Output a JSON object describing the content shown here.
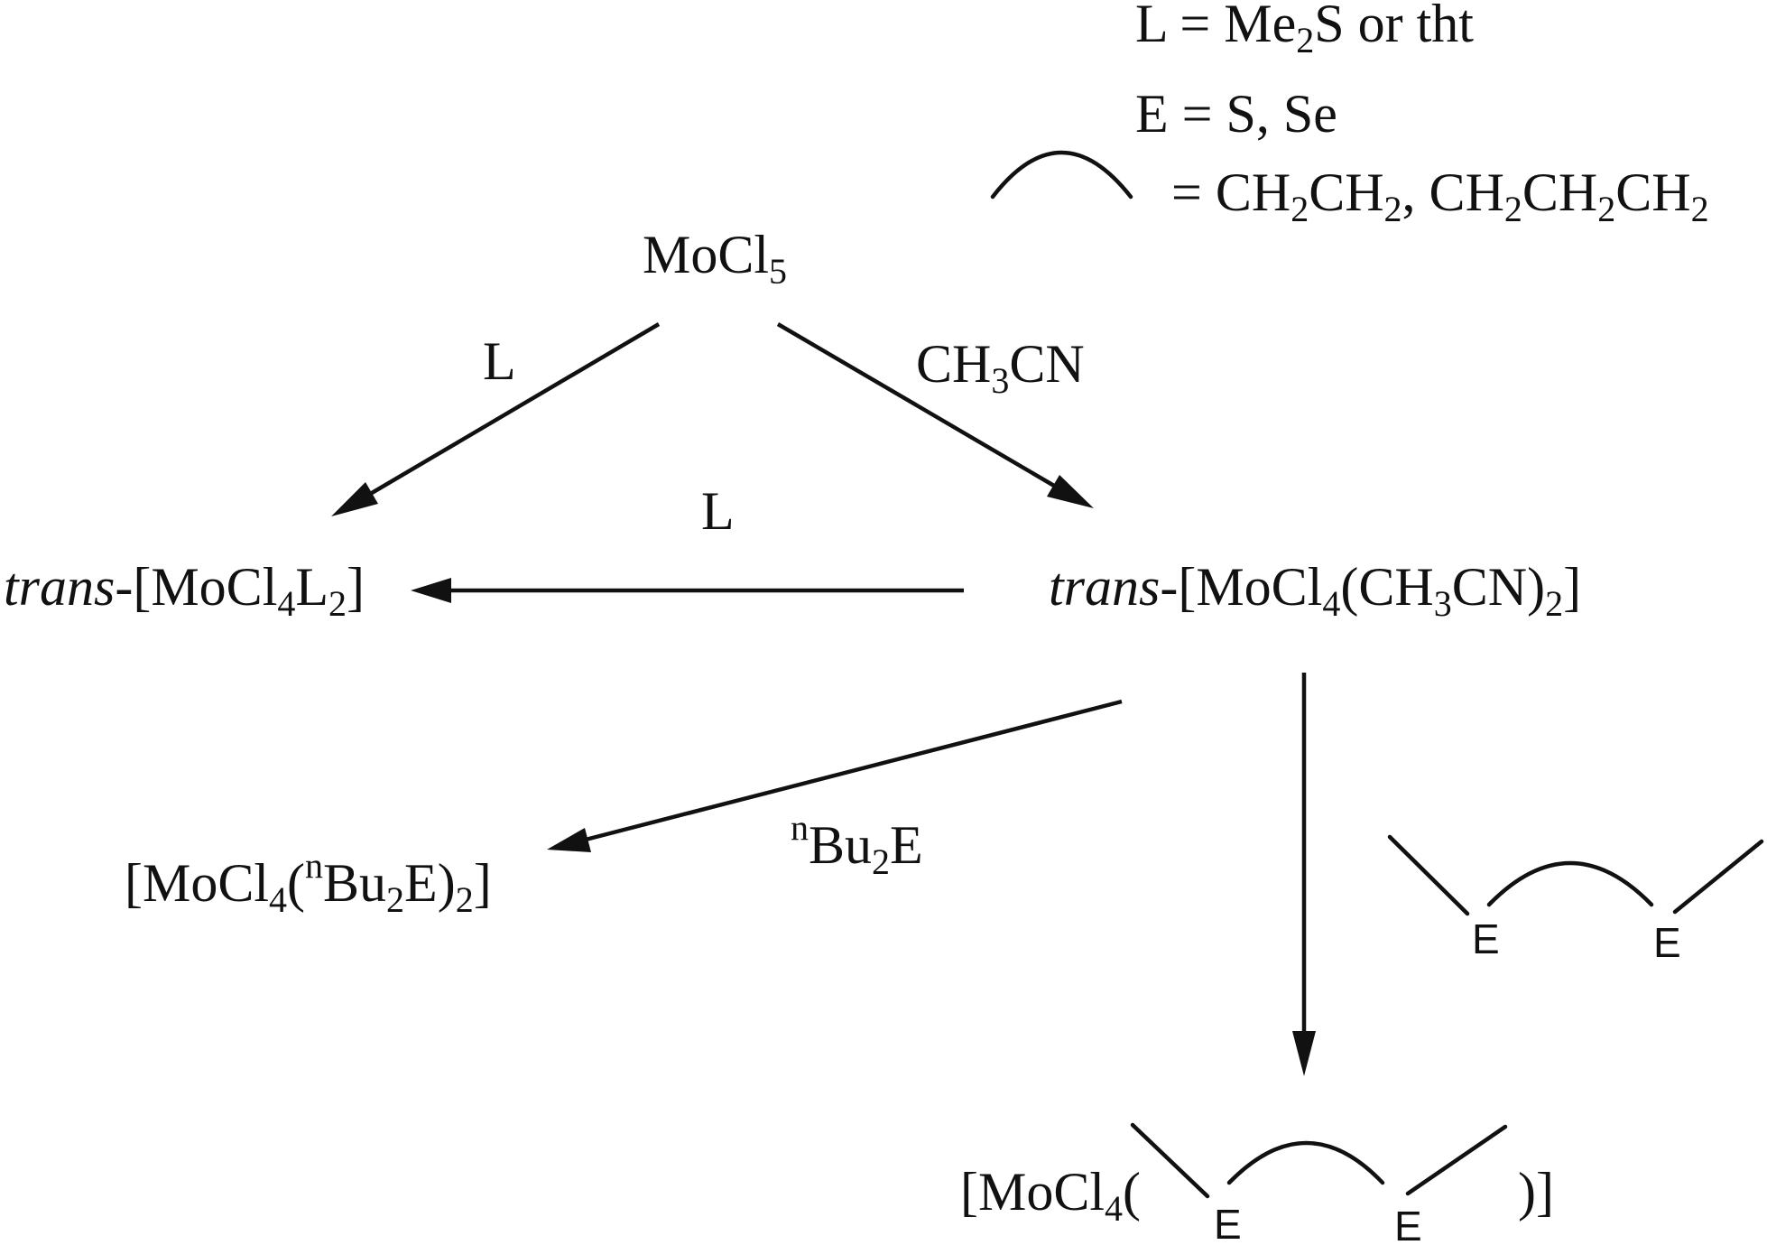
{
  "legend": {
    "l_def": {
      "p1": "L = Me",
      "s1": "2",
      "p2": "S or tht"
    },
    "e_def": "E = S, Se",
    "bridge_def": {
      "p1": "= CH",
      "s1": "2",
      "p2": "CH",
      "s2": "2",
      "p3": ", CH",
      "s3": "2",
      "p4": "CH",
      "s4": "2",
      "p5": "CH",
      "s5": "2"
    }
  },
  "compounds": {
    "mocl5": {
      "p1": "MoCl",
      "s1": "5"
    },
    "trans_l2": {
      "italic": "trans",
      "p1": "-[MoCl",
      "s1": "4",
      "p2": "L",
      "s2": "2",
      "p3": "]"
    },
    "trans_mecn": {
      "italic": "trans",
      "p1": "-[MoCl",
      "s1": "4",
      "p2": "(CH",
      "s2": "3",
      "p3": "CN)",
      "s3": "2",
      "p4": "]"
    },
    "nbu2e_complex": {
      "p1": "[MoCl",
      "s1": "4",
      "p2": "(",
      "sup": "n",
      "p3": "Bu",
      "s2": "2",
      "p4": "E)",
      "s3": "2",
      "p5": "]"
    },
    "chelate_complex": {
      "p1": "[MoCl",
      "s1": "4",
      "p2": "(",
      "p3": ")]"
    }
  },
  "reagents": {
    "l_left": "L",
    "mecn": {
      "p1": "CH",
      "s1": "3",
      "p2": "CN"
    },
    "l_middle": "L",
    "nbu2e": {
      "sup": "n",
      "p1": "Bu",
      "s1": "2",
      "p2": "E"
    }
  },
  "ligand_atoms": {
    "free_e1": "E",
    "free_e2": "E",
    "bound_e1": "E",
    "bound_e2": "E"
  }
}
